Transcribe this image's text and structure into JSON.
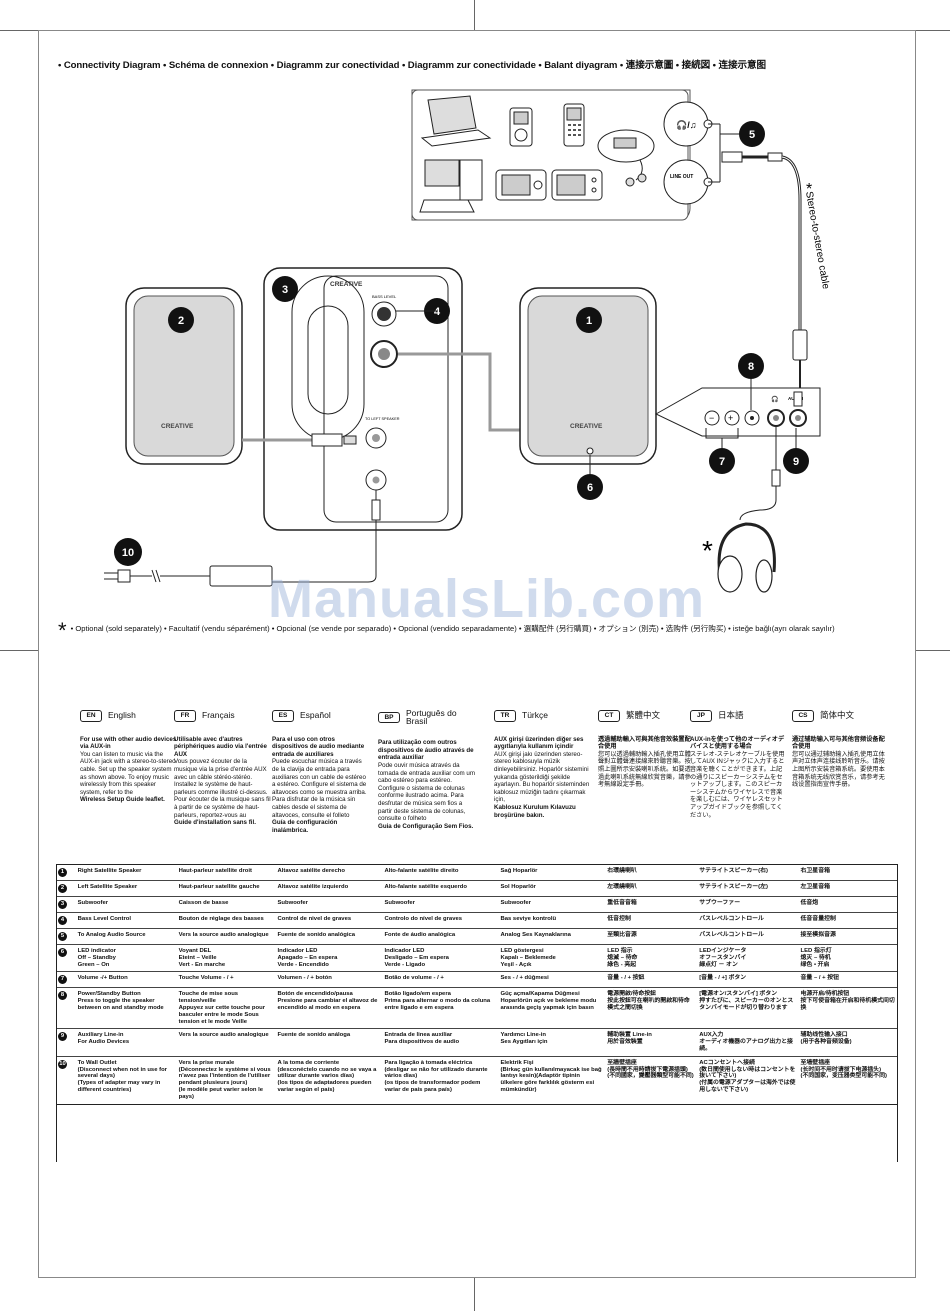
{
  "title": "• Connectivity Diagram • Schéma de connexion • Diagramm zur conectividad • Diagramm zur conectividade • Balant diyagram • 連接示意圖 • 接続図 • 连接示意图",
  "diagram": {
    "labels": {
      "headphone_jack": "🎧/🎵",
      "line_out": "LINE OUT",
      "cable": "Stereo-to-stereo cable",
      "brand": "CREATIVE",
      "bass_level": "BASS LEVEL",
      "left_speaker_port": "TO LEFT SPEAKER",
      "aux_in": "AUX IN"
    },
    "callouts": [
      "1",
      "2",
      "3",
      "4",
      "5",
      "6",
      "7",
      "8",
      "9",
      "10"
    ],
    "optional_mark": "*"
  },
  "footnote": "• Optional (sold separately) • Facultatif (vendu séparément) • Opcional (se vende por separado) • Opcional (vendido separadamente) • 選購配件 (另行購買) • オプション (別売) • 选购件 (另行购买) • isteğe bağlı(ayrı olarak sayılır)",
  "watermark": "ManualsLib.com",
  "languages": [
    {
      "code": "EN",
      "name": "English",
      "heading": "For use with other audio devices via AUX-in",
      "body": "You can listen to music via the AUX-in jack with a stereo-to-stereo cable. Set up the speaker system as shown above. To enjoy music wirelessly from this speaker system, refer to the",
      "link": "Wireless Setup Guide leaflet."
    },
    {
      "code": "FR",
      "name": "Français",
      "heading": "Utilisable avec d'autres périphériques audio via l'entrée AUX",
      "body": "Vous pouvez écouter de la musique via la prise d'entrée AUX avec un câble stéréo-stéréo. Installez le système de haut-parleurs comme illustré ci-dessus. Pour écouter de la musique sans fil à partir de ce système de haut-parleurs, reportez-vous au",
      "link": "Guide d'installation sans fil."
    },
    {
      "code": "ES",
      "name": "Español",
      "heading": "Para el uso con otros dispositivos de audio mediante entrada de auxiliares",
      "body": "Puede escuchar música a través de la clavija de entrada para auxiliares con un cable de estéreo a estéreo. Configure el sistema de altavoces como se muestra arriba. Para disfrutar de la música sin cables desde el sistema de altavoces, consulte el folleto",
      "link": "Guía de configuración inalámbrica."
    },
    {
      "code": "BP",
      "name": "Português do Brasil",
      "heading": "Para utilização com outros dispositivos de áudio através de entrada auxiliar",
      "body": "Pode ouvir música através da tomada de entrada auxiliar com um cabo estéreo para estéreo. Configure o sistema de colunas conforme ilustrado acima. Para desfrutar de música sem fios a partir deste sistema de colunas, consulte o folheto",
      "link": "Guia de Configuração Sem Fios."
    },
    {
      "code": "TR",
      "name": "Türkçe",
      "heading": "AUX girişi üzerinden diğer ses aygıtlarıyla kullanım içindir",
      "body": "AUX girişi jakı üzerinden stereo-stereo kablosuyla müzik dinleyebilirsiniz. Hoparlör sistemini yukarıda gösterildiği şekilde ayarlayın. Bu hoparlör sisteminden kablosuz müziğin tadını çıkarmak için,",
      "link": "Kablosuz Kurulum Kılavuzu broşürüne bakın."
    },
    {
      "code": "CT",
      "name": "繁體中文",
      "heading": "透過輔助輸入可與其他音效裝置配合使用",
      "body": "您可以透過輔助輸入插孔使用立體聲對立體聲連接線來聆聽音樂。按照上圖所示安裝喇叭系統。如要透過此喇叭系統無線欣賞音樂，請參考無線設定手冊。",
      "link": ""
    },
    {
      "code": "JP",
      "name": "日本語",
      "heading": "AUX-inを使って他のオーディオデバイスと使用する場合",
      "body": "ステレオ-ステレオケーブルを使用してAUX INジャックに入力すると音楽を聴くことができます。上記の通りにスピーカーシステムをセットアップします。このスピーカーシステムからワイヤレスで音楽を楽しむには、ワイヤレスセットアップガイドブックを参照してください。",
      "link": ""
    },
    {
      "code": "CS",
      "name": "简体中文",
      "heading": "通过辅助输入可与其他音频设备配合使用",
      "body": "您可以通过辅助输入插孔使用立体声对立体声连接线聆听音乐。请按上图所示安装音箱系统。要使用本音箱系统无线欣赏音乐，请参考无线设置指南宣传手册。",
      "link": ""
    }
  ],
  "legend": [
    {
      "num": "1",
      "cells": [
        "Right Satellite Speaker",
        "Haut-parleur satellite droit",
        "Altavoz satélite derecho",
        "Alto-falante satélite direito",
        "Sağ Hoparlör",
        "右環繞喇叭",
        "サテライトスピーカー(右)",
        "右卫星音箱"
      ]
    },
    {
      "num": "2",
      "cells": [
        "Left Satellite Speaker",
        "Haut-parleur satellite gauche",
        "Altavoz satélite izquierdo",
        "Alto-falante satélite esquerdo",
        "Sol Hoparlör",
        "左環繞喇叭",
        "サテライトスピーカー(左)",
        "左卫星音箱"
      ]
    },
    {
      "num": "3",
      "cells": [
        "Subwoofer",
        "Caisson de basse",
        "Subwoofer",
        "Subwoofer",
        "Subwoofer",
        "重低音音箱",
        "サブウーファー",
        "低音炮"
      ]
    },
    {
      "num": "4",
      "cells": [
        "Bass Level Control",
        "Bouton de réglage des basses",
        "Control de nivel de graves",
        "Controlo do nível de graves",
        "Bas seviye kontrolü",
        "低音控制",
        "バスレベルコントロール",
        "低音音量控制"
      ]
    },
    {
      "num": "5",
      "cells": [
        "To Analog Audio Source",
        "Vers la source audio analogique",
        "Fuente de sonido analógica",
        "Fonte de áudio analógica",
        "Analog Ses Kaynaklarına",
        "至類比音源",
        "バスレベルコントロール",
        "接至模拟音源"
      ]
    },
    {
      "num": "6",
      "cells": [
        "LED indicator\nOff – Standby\nGreen – On",
        "Voyant DEL\nEteint – Veille\nVert - En marche",
        "Indicador LED\nApagado – En espera\nVerde - Encendido",
        "Indicador LED\nDesligado – Em espera\nVerde - Ligado",
        "LED göstergesi\nKapalı – Beklemede\nYeşil - Açık",
        "LED 指示\n熄滅 – 待命\n綠色 - 亮起",
        "LEDインジケータ\nオフ－スタンバイ\n緑点灯 － オン",
        "LED 指示灯\n熄灭 – 待机\n绿色 • 开启"
      ]
    },
    {
      "num": "7",
      "cells": [
        "Volume -/+ Button",
        "Touche Volume - / +",
        "Volumen - / + botón",
        "Botão de volume - / +",
        "Ses - / + düğmesi",
        "音量 - / + 按鈕",
        "[音量 - / +] ボタン",
        "音量 – / + 按钮"
      ]
    },
    {
      "num": "8",
      "cells": [
        "Power/Standby Button\nPress to toggle the speaker between on and standby mode",
        "Touche de mise sous tension/veille\nAppuyez sur cette touche pour basculer entre le mode Sous tension et le mode Veille",
        "Botón de encendido/pausa\nPresione para cambiar el altavoz de encendido al modo en espera",
        "Botão ligado/em espera\nPrima para alternar o modo da coluna entre ligado e em espera",
        "Güç açma/Kapama Düğmesi\nHoparlörün açık ve bekleme modu arasında geçiş yapmak için basın",
        "電源開啟/待命按鈕\n按此按鈕可在喇叭的開啟和待命模式之間切換",
        "[電源オン/スタンバイ] ボタン\n押すたびに、スピーカーのオンとスタンバイモードが切り替わります",
        "电源开启/待机按钮\n按下可使音箱在开启和待机模式间切换"
      ]
    },
    {
      "num": "9",
      "cells": [
        "Auxiliary Line-in\nFor Audio Devices",
        "Vers la source audio analogique",
        "Fuente de sonido análoga",
        "Entrada de linea auxiliar\nPara dispositivos de audio",
        "Yardımcı Line-in\nSes Aygıtları için",
        "輔助裝置 Line-in\n用於音效裝置",
        "AUX入力\nオーディオ機器のアナログ出力と接続。",
        "辅助线性输入接口\n(用于各种音频设备)"
      ]
    },
    {
      "num": "10",
      "cells": [
        "To Wall Outlet\n(Disconnect when not in use for several days)\n(Types of adapter may vary in different countries)",
        "Vers la prise murale\n(Déconnectez le système si vous n'avez pas l'intention de l'utiliser pendant plusieurs jours)\n(le modèle peut varier selon le pays)",
        "A la toma de corriente\n(desconéctelo cuando no se vaya a utilizar durante varios días)\n(los tipos de adaptadores pueden variar según el país)",
        "Para ligação à tomada eléctrica\n(desligar se não for utilizado durante vários dias)\n(os tipos de transformador podem variar de país para país)",
        "Elektrik Fişi\n(Birkaç gün kullanılmayacak ise bağ lantıyı kesin)(Adaptör tipinin ülkelere göre farklılık gösterm esi mümkündür)",
        "至牆壁插座\n(長時間不用時請拔下電源插頭)\n(不同國家，變壓器類型可能不同)",
        "ACコンセントへ接続\n(数日間使用しない時はコンセントを抜いて下さい)\n(付属の電源アダプターは海外では使用しないで下さい)",
        "至墙壁插座\n(长时间不用时请拔下电源插头)\n(不同国家，变压器类型可能不同)"
      ]
    }
  ]
}
